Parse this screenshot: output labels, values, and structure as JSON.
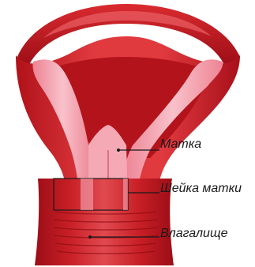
{
  "diagram": {
    "labels": [
      {
        "text": "Матка"
      },
      {
        "text": "Шейка матки"
      },
      {
        "text": "Влагалище"
      }
    ],
    "colors": {
      "tissue_dark": "#b0121a",
      "tissue_mid": "#d3262b",
      "tissue_light": "#e8555a",
      "inner_pink": "#f39aa7",
      "inner_pink_light": "#f7bcc6",
      "leader_line": "#1a1a1a"
    }
  }
}
